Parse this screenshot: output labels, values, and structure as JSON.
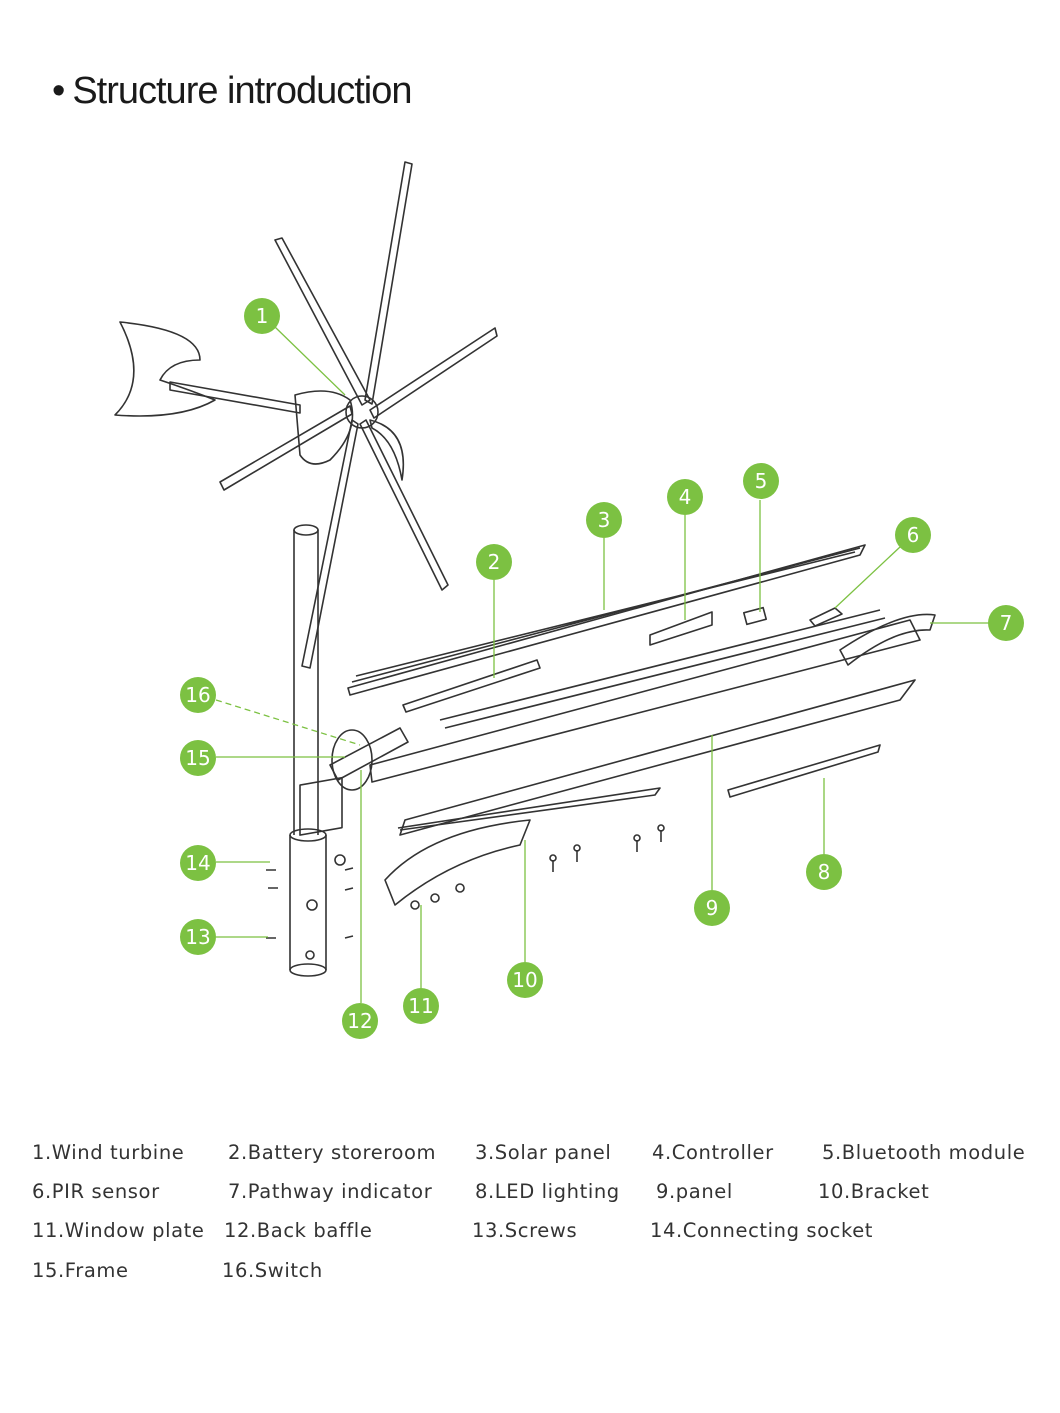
{
  "title": {
    "bullet": "•",
    "text": "Structure introduction"
  },
  "callouts": [
    "1",
    "2",
    "3",
    "4",
    "5",
    "6",
    "7",
    "8",
    "9",
    "10",
    "11",
    "12",
    "13",
    "14",
    "15",
    "16"
  ],
  "legend": [
    "1.Wind turbine",
    "2.Battery storeroom",
    "3.Solar panel",
    "4.Controller",
    "5.Bluetooth module",
    "6.PIR sensor",
    "7.Pathway indicator",
    "8.LED lighting",
    "9.panel",
    "10.Bracket",
    "11.Window plate",
    "12.Back baffle",
    "13.Screws",
    "14.Connecting socket",
    "15.Frame",
    "16.Switch"
  ],
  "colors": {
    "callout_fill": "#7cc142",
    "leader_line": "#7cc142",
    "line_art": "#333333"
  }
}
